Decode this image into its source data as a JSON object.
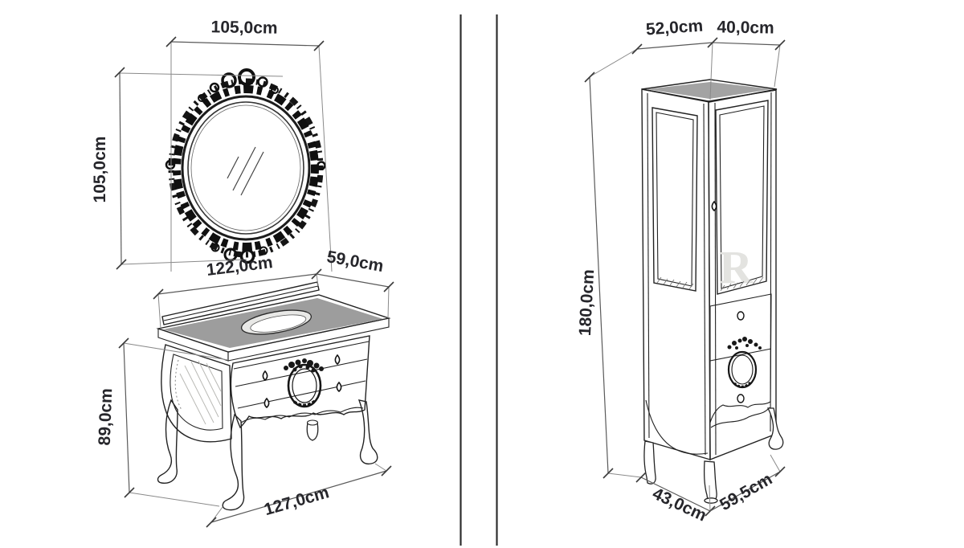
{
  "colors": {
    "background": "#ffffff",
    "outline": "#222222",
    "dim_line": "#5a5a5a",
    "dim_text": "#26262b",
    "counter_top": "#9d9d9d",
    "cabinet_top": "#a3a3a3",
    "glass": "#efefec",
    "watermark": "#e3e3e0"
  },
  "left_panel": {
    "mirror": {
      "width_label": "105,0cm",
      "height_label": "105,0cm"
    },
    "vanity": {
      "top_width_label": "122,0cm",
      "top_depth_label": "59,0cm",
      "height_label": "89,0cm",
      "floor_width_label": "127,0cm"
    }
  },
  "right_panel": {
    "cabinet": {
      "top_width_label": "52,0cm",
      "top_depth_label": "40,0cm",
      "height_label": "180,0cm",
      "floor_width_label": "43,0cm",
      "floor_depth_label": "59,5cm",
      "glass_watermark": "R"
    }
  }
}
